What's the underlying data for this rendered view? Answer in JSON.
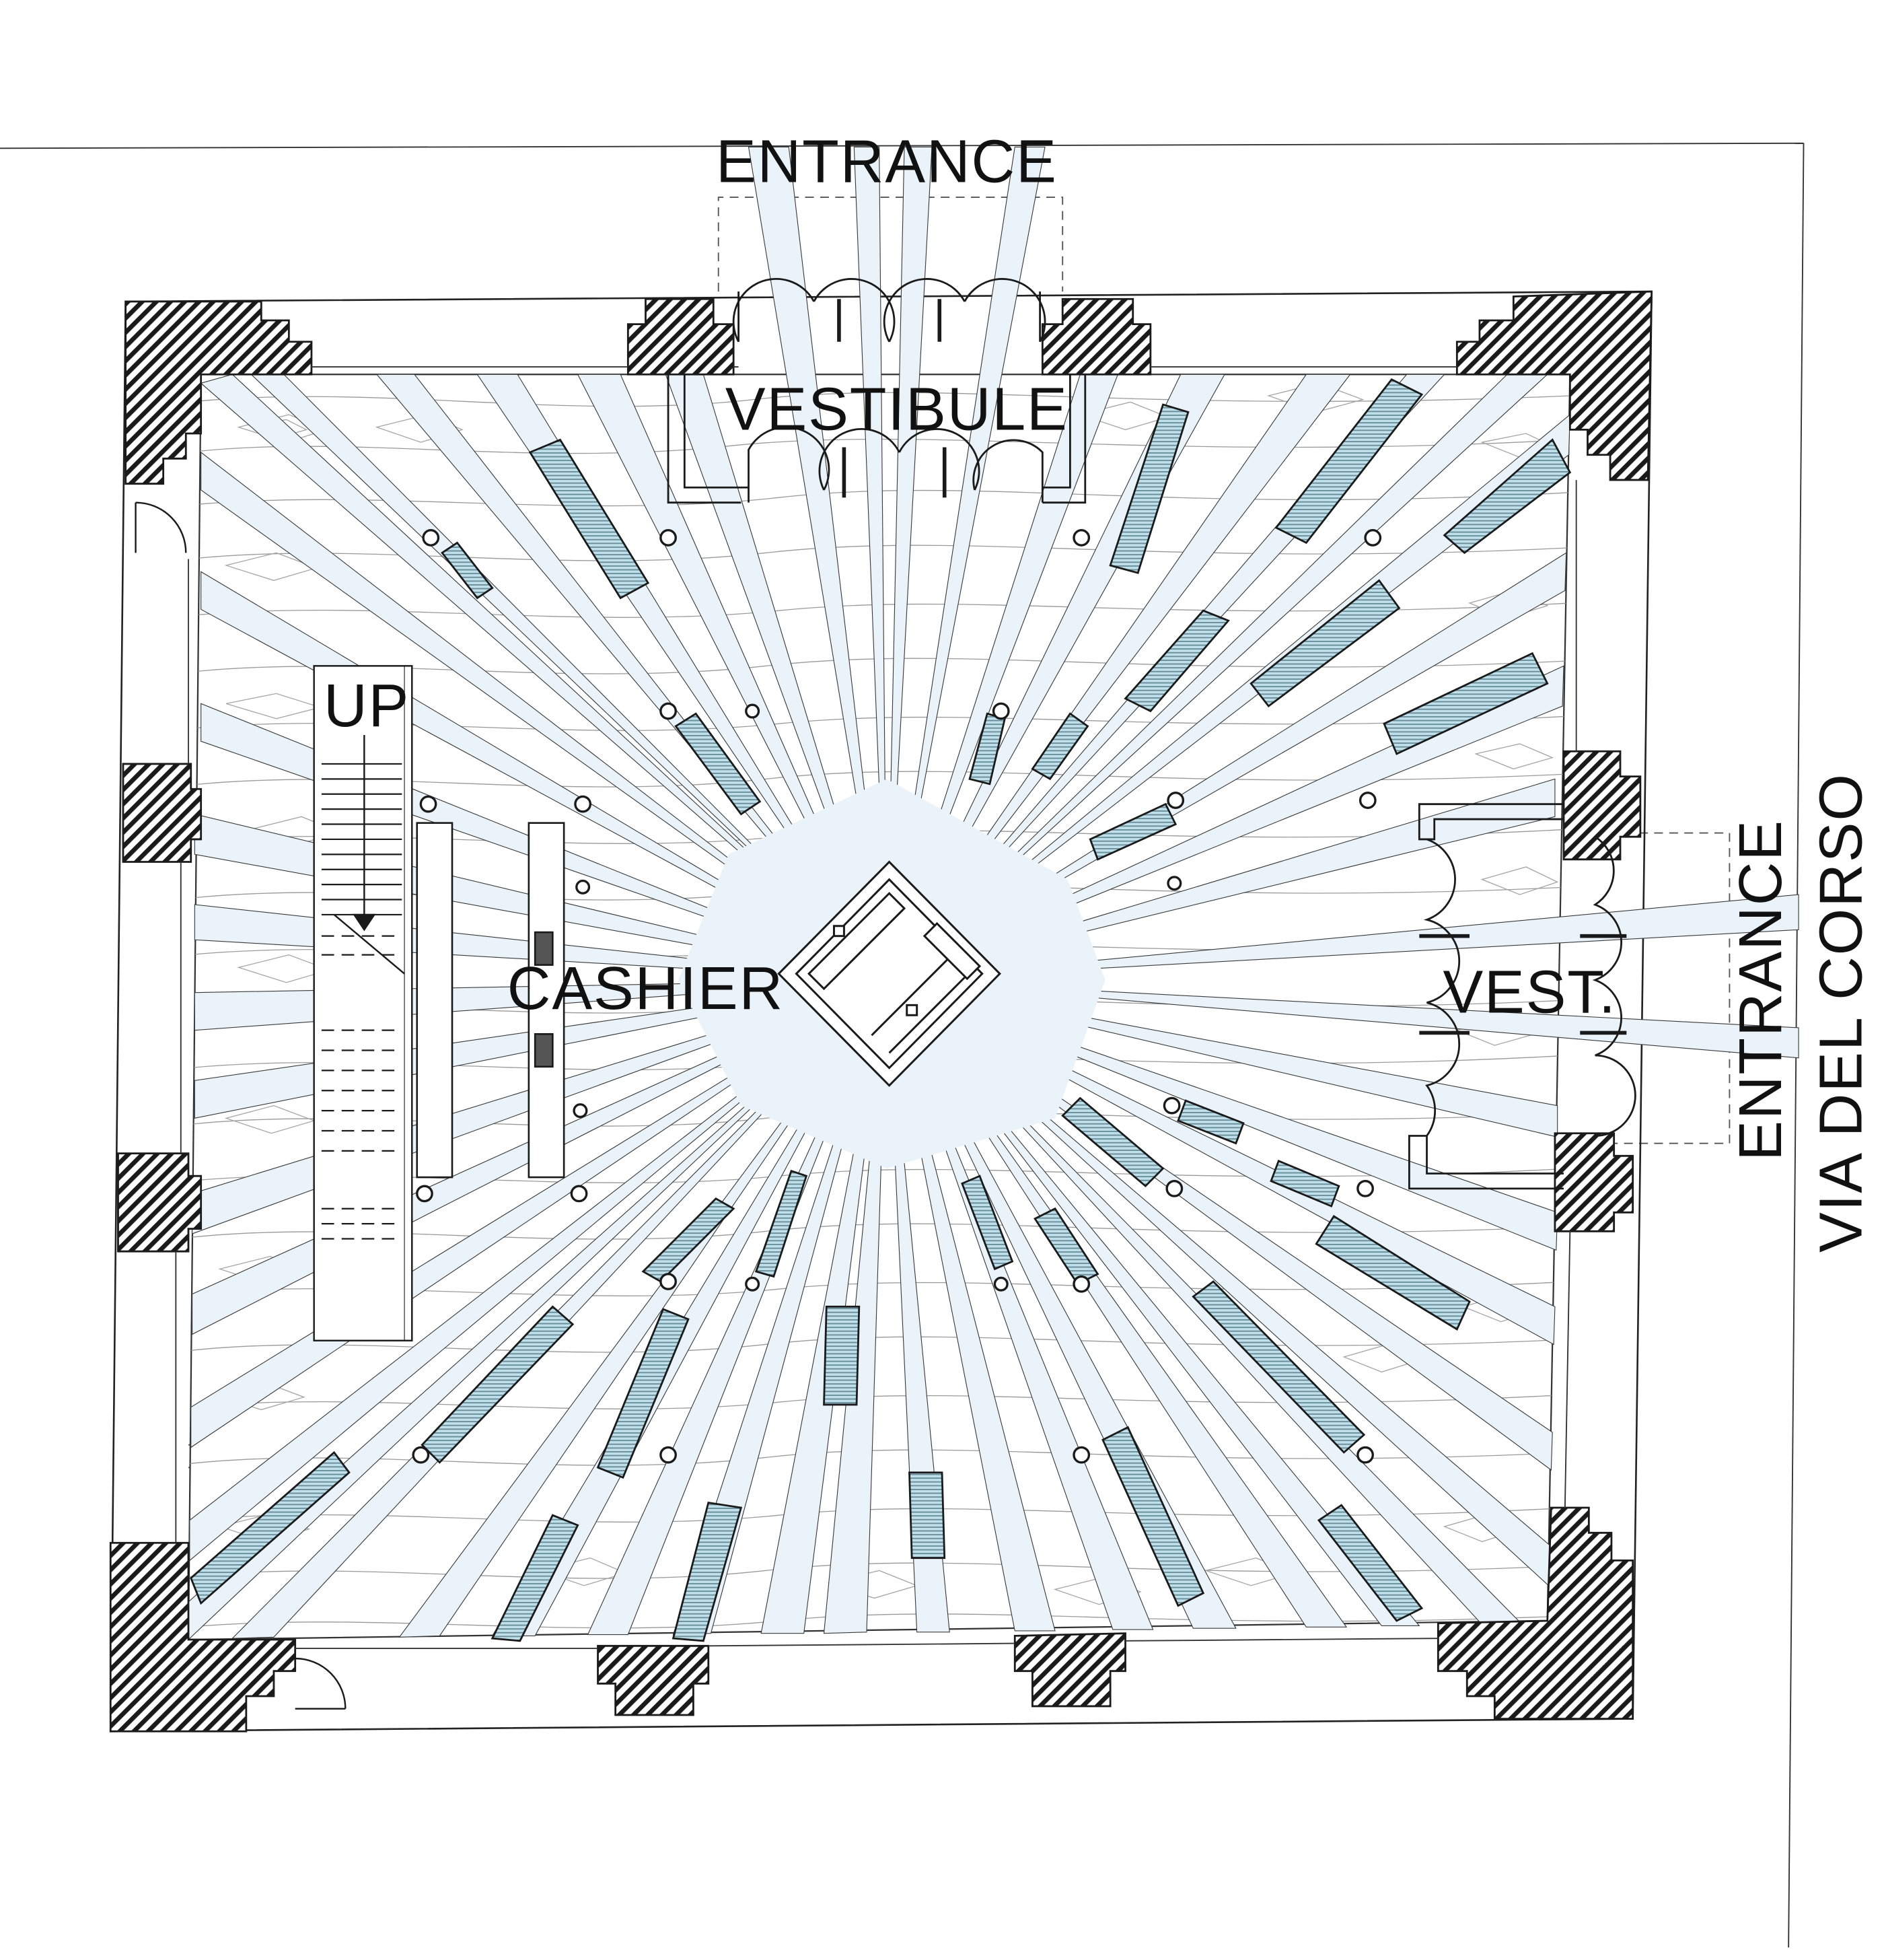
{
  "diagram": {
    "labels": {
      "entrance_top": "ENTRANCE",
      "vestibule": "VESTIBULE",
      "up": "UP",
      "cashier": "CASHIER",
      "vest": "VEST.",
      "entrance_right": "ENTRANCE",
      "street": "VIA DEL CORSO"
    },
    "colors": {
      "ray": "#eaf3f9",
      "shelf": "#bfe0ea",
      "hatch": "#1a1a1a",
      "line": "#222222",
      "floor": "#ffffff"
    }
  }
}
